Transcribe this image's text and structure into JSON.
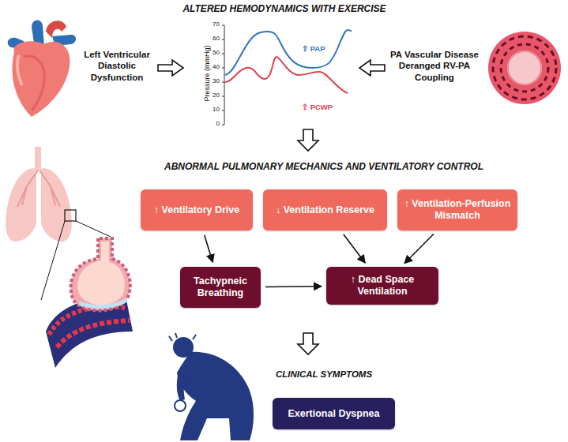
{
  "diagram": {
    "title": "ALTERED HEMODYNAMICS WITH EXERCISE",
    "nodes": [
      {
        "text": [
          "↑ Ventilatory Drive"
        ]
      },
      {
        "text": [
          "↓ Ventilation Reserve"
        ]
      },
      {
        "text": [
          "↑ Ventilation-Perfusion Mismatch"
        ]
      },
      {
        "text": [
          "Tachypneic Breathing"
        ]
      },
      {
        "text": [
          "↑ Dead Space Ventilation"
        ]
      },
      {
        "text": [
          "Exertional Dyspnea"
        ]
      }
    ],
    "edges": [
      {
        "from": 0,
        "to": 3,
        "arrow": "to"
      },
      {
        "from": 1,
        "to": 4,
        "arrow": "to"
      },
      {
        "from": 2,
        "to": 4,
        "arrow": "to"
      },
      {
        "from": 3,
        "to": 4,
        "arrow": "to"
      }
    ],
    "labels": [
      "Left Ventricular Diastolic Dysfunction",
      "PA Vascular Disease Deranged RV-PA Coupling",
      "Pressure (mmHg)",
      "70",
      "60",
      "50",
      "40",
      "30",
      "20",
      "10",
      "0",
      "⇧ PAP",
      "⇧ PCWP",
      "ABNORMAL PULMONARY MECHANICS AND VENTILATORY CONTROL",
      "CLINICAL SYMPTOMS"
    ]
  }
}
